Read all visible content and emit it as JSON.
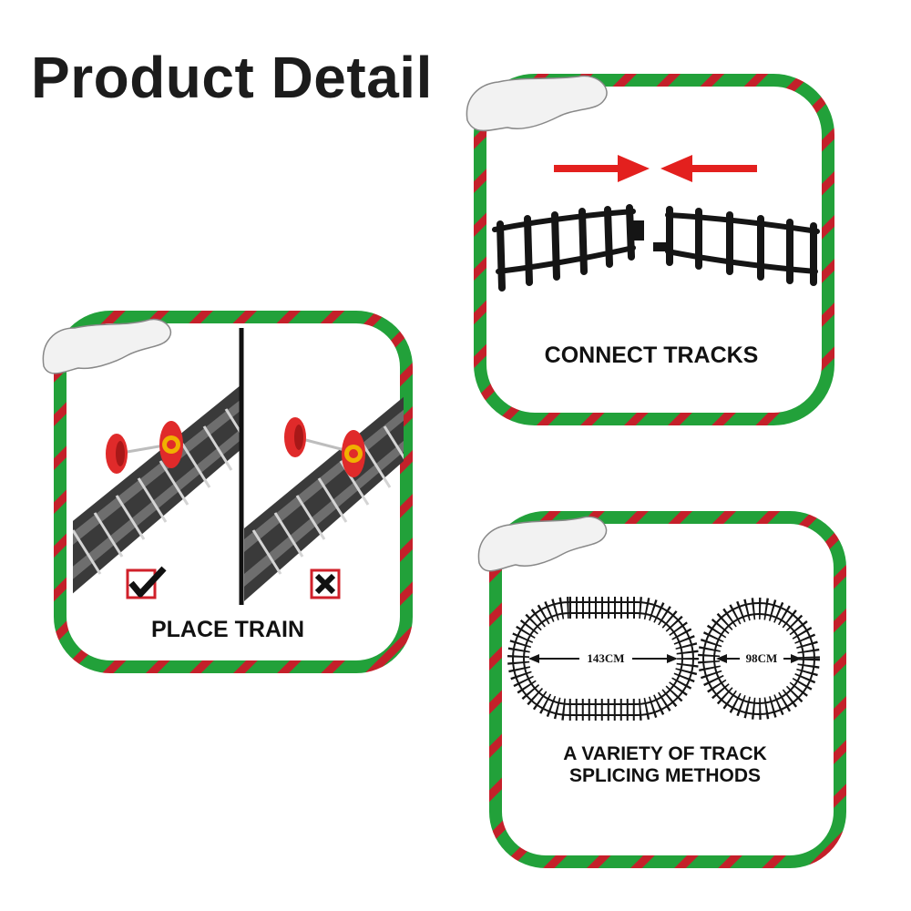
{
  "page": {
    "title": "Product Detail"
  },
  "colors": {
    "border_green": "#22a13a",
    "border_red": "#c4202a",
    "snow": "#f2f2f2",
    "arrow_red": "#e3201e",
    "track_black": "#151515"
  },
  "panels": {
    "connect": {
      "caption": "CONNECT TRACKS",
      "arrow_icon": "converging-arrows-icon"
    },
    "place": {
      "caption": "PLACE TRAIN",
      "correct_icon": "checkmark-icon",
      "wrong_icon": "cross-icon"
    },
    "splice": {
      "caption_line1": "A VARIETY OF TRACK",
      "caption_line2": "SPLICING METHODS",
      "oval_length": "143CM",
      "circle_diameter": "98CM"
    }
  }
}
